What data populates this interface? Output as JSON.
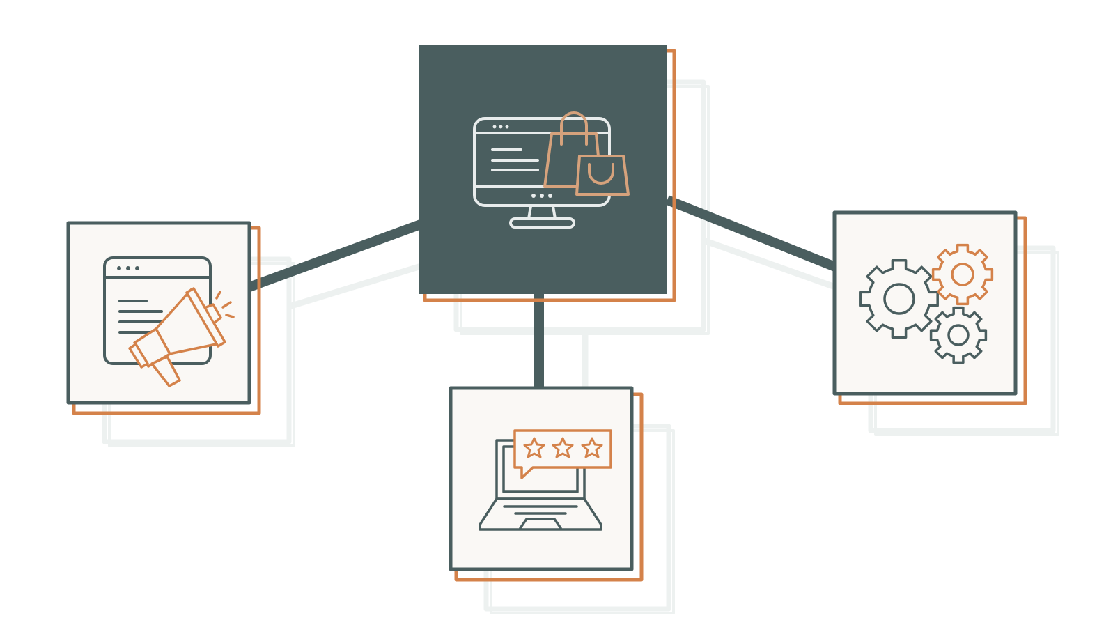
{
  "colors": {
    "background": "#ffffff",
    "slate": "#4a5e5f",
    "orange": "#d4824a",
    "tan": "#d6a27c",
    "panel_fill": "#faf8f5",
    "shadow": "#edf1f0",
    "icon_light": "#e8ecec"
  },
  "nodes": [
    {
      "id": "ecommerce",
      "icon": "online-shopping-icon",
      "role": "hub"
    },
    {
      "id": "marketing",
      "icon": "digital-marketing-icon",
      "role": "branch"
    },
    {
      "id": "reviews",
      "icon": "laptop-reviews-icon",
      "role": "branch"
    },
    {
      "id": "operations",
      "icon": "gears-icon",
      "role": "branch"
    }
  ],
  "edges": [
    {
      "from": "ecommerce",
      "to": "marketing"
    },
    {
      "from": "ecommerce",
      "to": "reviews"
    },
    {
      "from": "ecommerce",
      "to": "operations"
    }
  ]
}
